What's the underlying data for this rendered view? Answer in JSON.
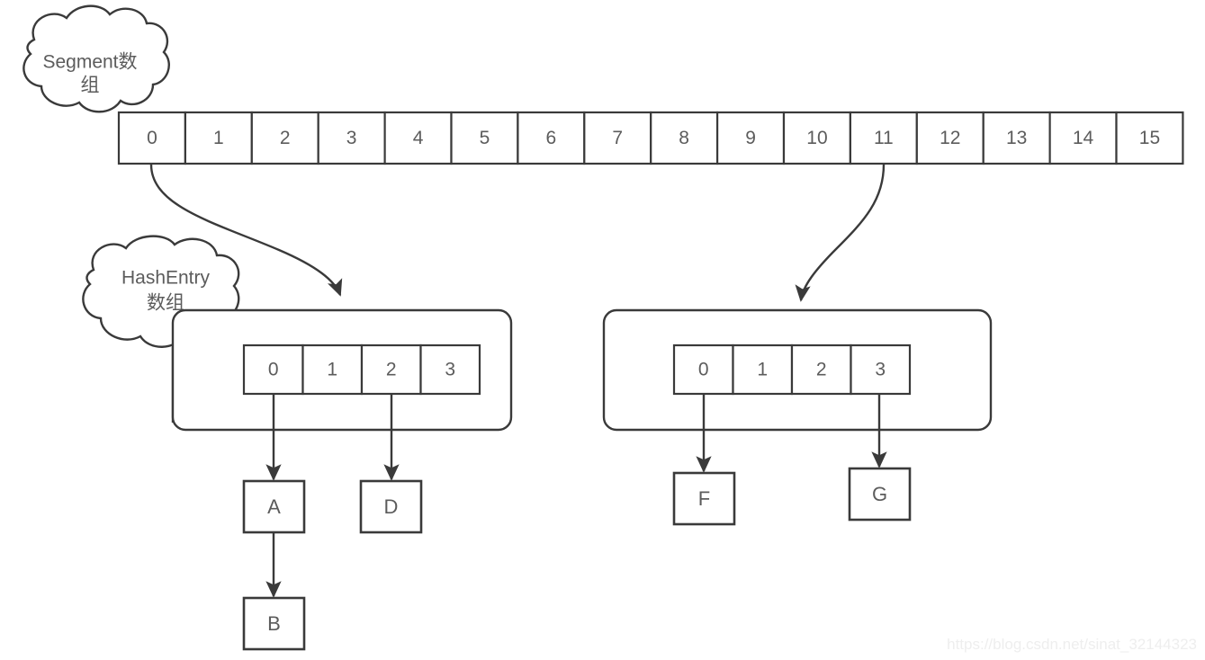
{
  "diagram": {
    "title": "ConcurrentHashMap Segment / HashEntry structure",
    "background_color": "#ffffff",
    "stroke_color": "#3a3a3a",
    "text_color": "#5c5c5c"
  },
  "clouds": {
    "segment": {
      "line1": "Segment数",
      "line2": "组",
      "full_text": "Segment数组"
    },
    "hashentry": {
      "line1": "HashEntry",
      "line2": "数组",
      "full_text": "HashEntry数组"
    }
  },
  "segment_array": {
    "label": "Segment array",
    "cells": [
      "0",
      "1",
      "2",
      "3",
      "4",
      "5",
      "6",
      "7",
      "8",
      "9",
      "10",
      "11",
      "12",
      "13",
      "14",
      "15"
    ],
    "count": 16,
    "linked_indices": [
      0,
      11
    ]
  },
  "segments": [
    {
      "name": "segment-left",
      "source_index": "0",
      "hashentry_cells": [
        "0",
        "1",
        "2",
        "3"
      ],
      "buckets": [
        {
          "index": "0",
          "chain": [
            "A",
            "B"
          ]
        },
        {
          "index": "2",
          "chain": [
            "D"
          ]
        }
      ]
    },
    {
      "name": "segment-right",
      "source_index": "11",
      "hashentry_cells": [
        "0",
        "1",
        "2",
        "3"
      ],
      "buckets": [
        {
          "index": "0",
          "chain": [
            "F"
          ]
        },
        {
          "index": "3",
          "chain": [
            "G"
          ]
        }
      ]
    }
  ],
  "nodes": {
    "a": "A",
    "b": "B",
    "d": "D",
    "f": "F",
    "g": "G"
  },
  "watermark": {
    "text": "https://blog.csdn.net/sinat_32144323"
  }
}
